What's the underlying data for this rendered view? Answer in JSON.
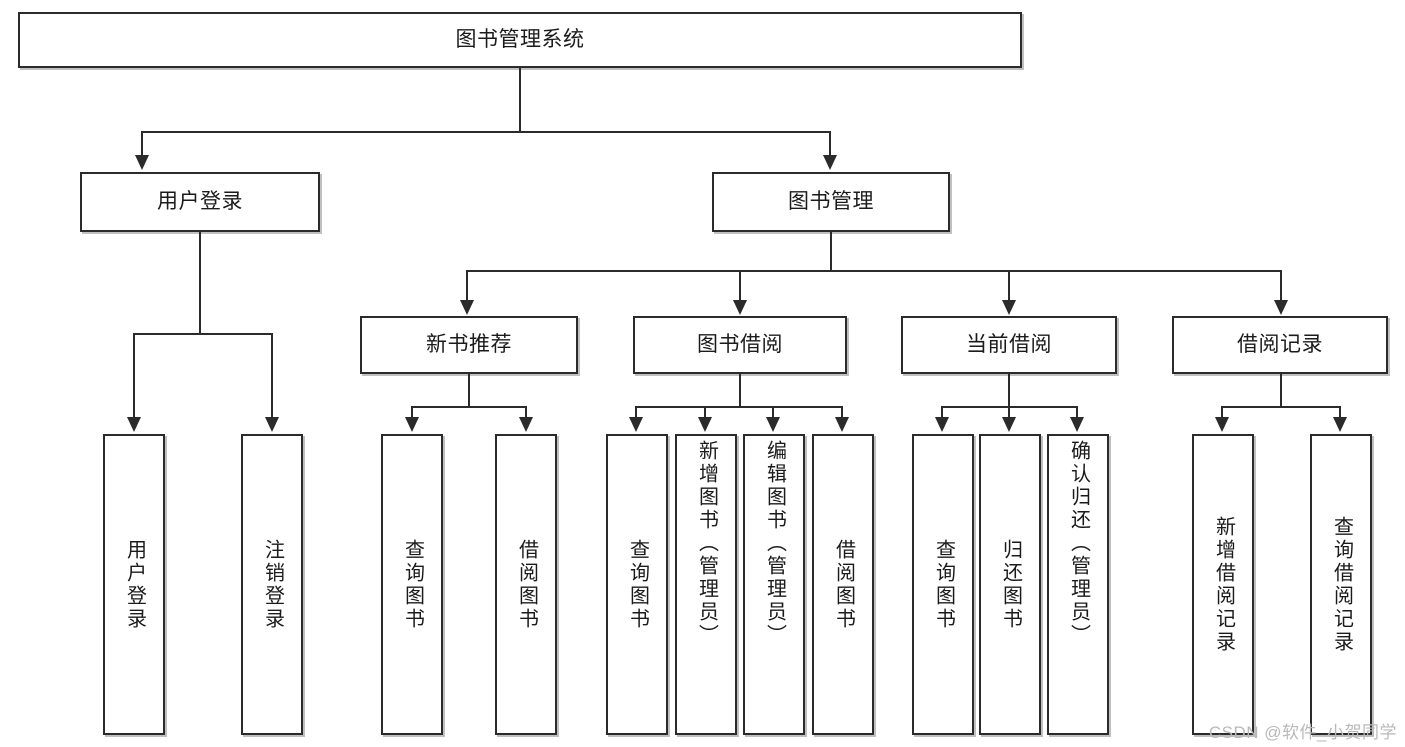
{
  "diagram": {
    "type": "tree-hierarchy-flowchart",
    "title": "图书管理系统",
    "watermark": "CSDN @软件_小贺同学",
    "colors": {
      "background": "#ffffff",
      "node_fill": "#ffffff",
      "node_border": "#2b2b2b",
      "connector": "#2b2b2b",
      "text": "#1b1b1b",
      "watermark": "#b9b9b9"
    },
    "levels": {
      "root": {
        "label": "图书管理系统"
      },
      "level2": [
        {
          "id": "user-login",
          "label": "用户登录"
        },
        {
          "id": "book-manage",
          "label": "图书管理"
        }
      ],
      "level3": [
        {
          "id": "new-book-recommend",
          "label": "新书推荐",
          "parent": "book-manage"
        },
        {
          "id": "book-borrow",
          "label": "图书借阅",
          "parent": "book-manage"
        },
        {
          "id": "current-borrow",
          "label": "当前借阅",
          "parent": "book-manage"
        },
        {
          "id": "borrow-record",
          "label": "借阅记录",
          "parent": "book-manage"
        }
      ],
      "level4": [
        {
          "id": "leaf-1",
          "label": "用户登录",
          "parent": "user-login"
        },
        {
          "id": "leaf-2",
          "label": "注销登录",
          "parent": "user-login"
        },
        {
          "id": "leaf-3",
          "label": "查询图书",
          "parent": "new-book-recommend"
        },
        {
          "id": "leaf-4",
          "label": "借阅图书",
          "parent": "new-book-recommend"
        },
        {
          "id": "leaf-5",
          "label": "查询图书",
          "parent": "book-borrow"
        },
        {
          "id": "leaf-6",
          "label": "新增图书（管理员）",
          "parent": "book-borrow"
        },
        {
          "id": "leaf-7",
          "label": "编辑图书（管理员）",
          "parent": "book-borrow"
        },
        {
          "id": "leaf-8",
          "label": "借阅图书",
          "parent": "book-borrow"
        },
        {
          "id": "leaf-9",
          "label": "查询图书",
          "parent": "current-borrow"
        },
        {
          "id": "leaf-10",
          "label": "归还图书",
          "parent": "current-borrow"
        },
        {
          "id": "leaf-11",
          "label": "确认归还（管理员）",
          "parent": "current-borrow"
        },
        {
          "id": "leaf-12",
          "label": "新增借阅记录",
          "parent": "borrow-record"
        },
        {
          "id": "leaf-13",
          "label": "查询借阅记录",
          "parent": "borrow-record"
        }
      ]
    }
  }
}
